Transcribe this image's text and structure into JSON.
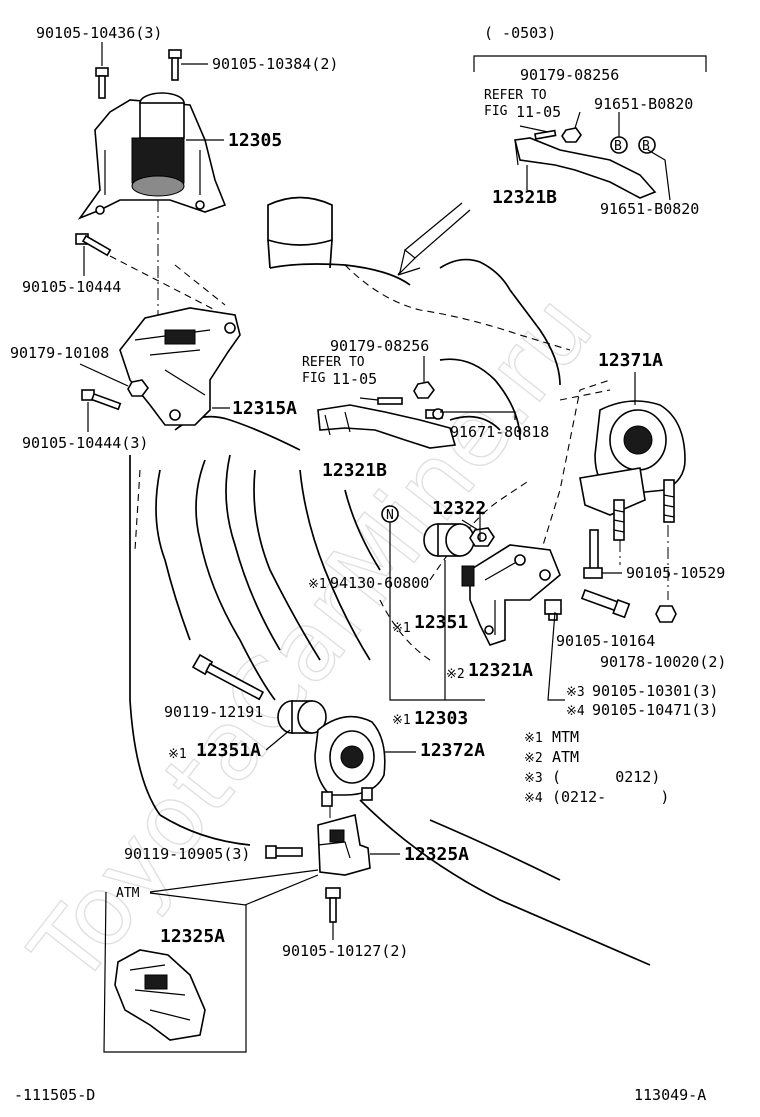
{
  "watermark": "ToyotaCarMine.ru",
  "header_range": "(  -0503)",
  "footer": {
    "left": "-111505-D",
    "right": "113049-A"
  },
  "parts": {
    "p_90105_10436": "90105-10436(3)",
    "p_90105_10384": "90105-10384(2)",
    "p_12305": "12305",
    "p_90105_10444_top": "90105-10444",
    "p_90179_10108": "90179-10108",
    "p_90105_10444_3": "90105-10444(3)",
    "p_12315A": "12315A",
    "p_90179_08256_top": "90179-08256",
    "p_91651_B0820_a": "91651-B0820",
    "p_91651_B0820_b": "91651-B0820",
    "p_12321B_top": "12321B",
    "p_90179_08256_mid": "90179-08256",
    "p_91671_80818": "91671-80818",
    "p_12321B_mid": "12321B",
    "p_12371A": "12371A",
    "p_12322": "12322",
    "p_94130_60800": "94130-60800",
    "p_12351": "12351",
    "p_12321A": "12321A",
    "p_90105_10529": "90105-10529",
    "p_90105_10164": "90105-10164",
    "p_90178_10020": "90178-10020(2)",
    "p_90105_10301": "90105-10301(3)",
    "p_90105_10471": "90105-10471(3)",
    "p_90119_12191": "90119-12191",
    "p_12303": "12303",
    "p_12351A": "12351A",
    "p_12372A": "12372A",
    "p_90119_10905": "90119-10905(3)",
    "p_12325A": "12325A",
    "p_90105_10127": "90105-10127(2)",
    "p_12325A_atm": "12325A"
  },
  "refer_to": {
    "top_line1": "REFER TO",
    "top_line2": "FIG",
    "top_fig": "11-05",
    "mid_line1": "REFER TO",
    "mid_line2": "FIG",
    "mid_fig": "11-05"
  },
  "markers": {
    "m1": "※1",
    "m2": "※2",
    "m3": "※3",
    "m4": "※4",
    "n_circle": "N",
    "b_circle": "B"
  },
  "legend": {
    "k1": "※1",
    "v1": "MTM",
    "k2": "※2",
    "v2": "ATM",
    "k3": "※3",
    "v3": "(      0212)",
    "k4": "※4",
    "v4": "(0212-      )"
  },
  "atm_box_label": "ATM"
}
